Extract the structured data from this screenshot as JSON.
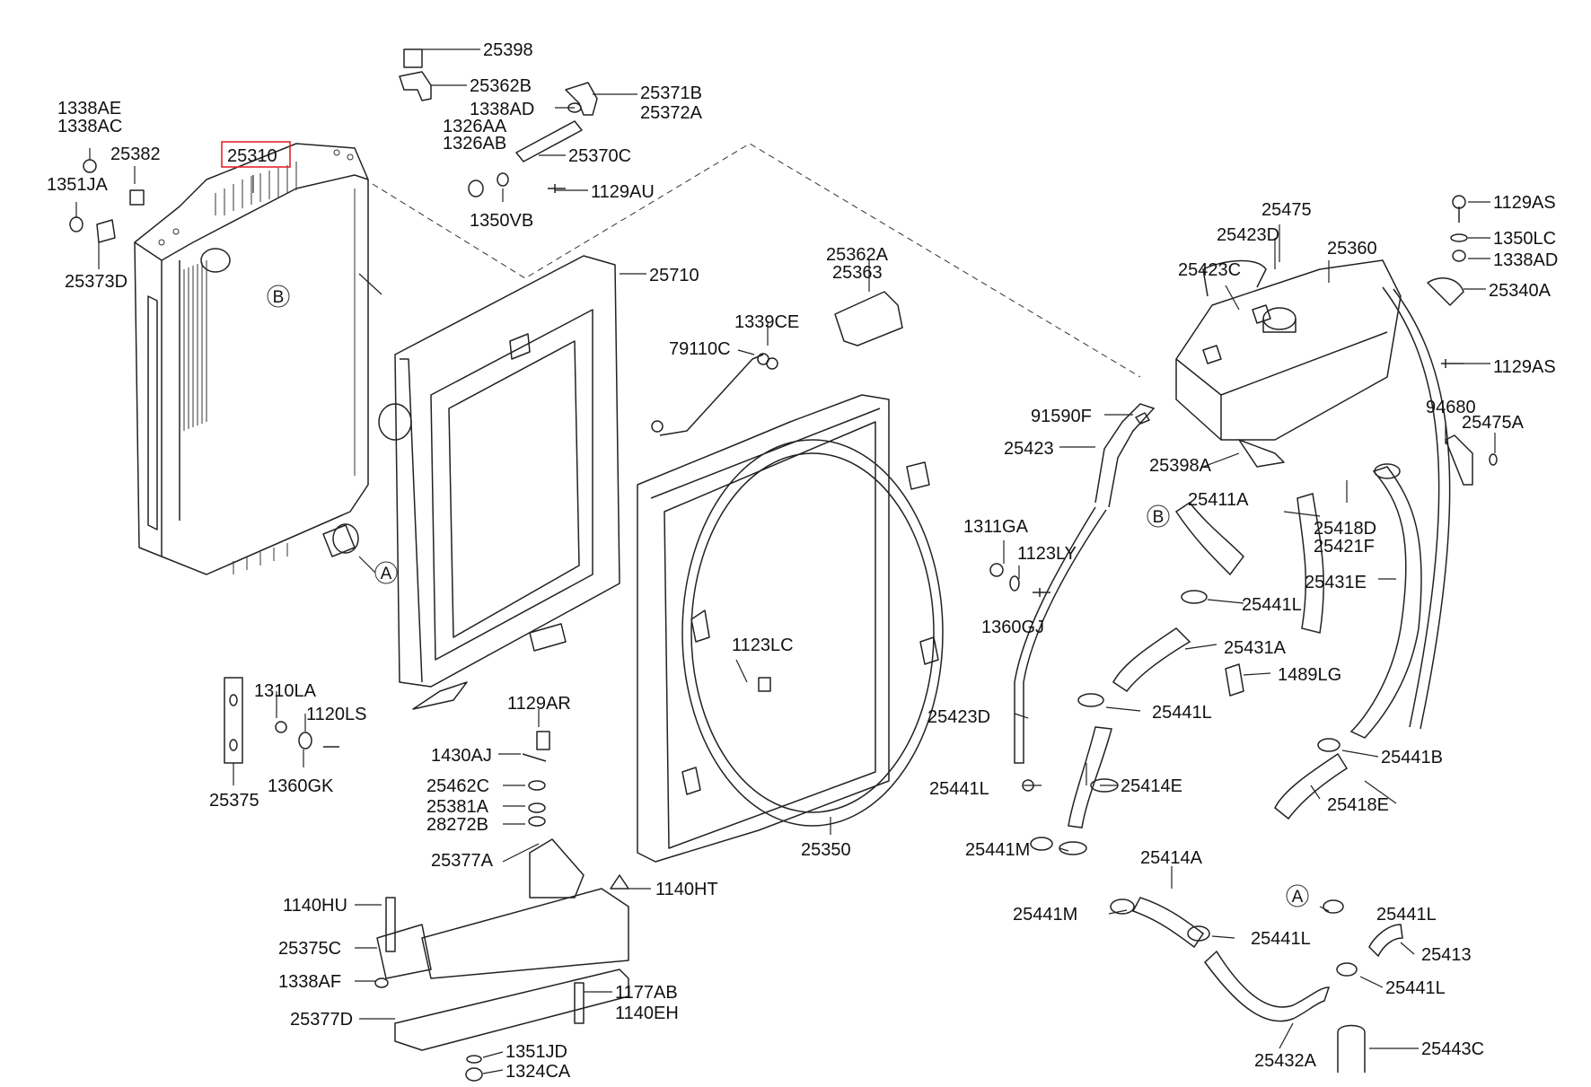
{
  "highlight": {
    "color": "#e0262d",
    "part": "25310"
  },
  "labels": {
    "l25398": "25398",
    "l25362B": "25362B",
    "l25371B": "25371B",
    "l1338AD_a": "1338AD",
    "l25372A": "25372A",
    "l1326AA": "1326AA",
    "l1326AB": "1326AB",
    "l25370C": "25370C",
    "l1129AU": "1129AU",
    "l1350VB": "1350VB",
    "l1338AE": "1338AE",
    "l1338AC": "1338AC",
    "l25382": "25382",
    "l1351JA": "1351JA",
    "l25373D": "25373D",
    "l25310": "25310",
    "l25710": "25710",
    "l25362A": "25362A",
    "l25363": "25363",
    "l1339CE": "1339CE",
    "l79110C": "79110C",
    "l25475": "25475",
    "l25423D_a": "25423D",
    "l25360": "25360",
    "l25423C": "25423C",
    "l1129AS_a": "1129AS",
    "l1350LC": "1350LC",
    "l1338AD_b": "1338AD",
    "l25340A": "25340A",
    "l1129AS_b": "1129AS",
    "l94680": "94680",
    "l25475A": "25475A",
    "l91590F": "91590F",
    "l25423": "25423",
    "l25398A": "25398A",
    "l25411A": "25411A",
    "l25418D": "25418D",
    "l25421F": "25421F",
    "l25431E": "25431E",
    "l1311GA": "1311GA",
    "l1123LY": "1123LY",
    "l1360GJ": "1360GJ",
    "l25441L_a": "25441L",
    "l25431A": "25431A",
    "l1123LC": "1123LC",
    "l1489LG": "1489LG",
    "l25441L_b": "25441L",
    "l25423D_b": "25423D",
    "l25441B": "25441B",
    "l25441L_c": "25441L",
    "l25414E": "25414E",
    "l25418E": "25418E",
    "l1310LA": "1310LA",
    "l1120LS": "1120LS",
    "l1129AR": "1129AR",
    "l25375": "25375",
    "l1360GK": "1360GK",
    "l1430AJ": "1430AJ",
    "l25462C": "25462C",
    "l25381A": "25381A",
    "l28272B": "28272B",
    "l25350": "25350",
    "l25441M_a": "25441M",
    "l25377A": "25377A",
    "l1140HT": "1140HT",
    "l1140HU": "1140HU",
    "l25375C": "25375C",
    "l1338AF": "1338AF",
    "l1177AB": "1177AB",
    "l1140EH": "1140EH",
    "l25377D": "25377D",
    "l1351JD": "1351JD",
    "l1324CA": "1324CA",
    "l25414A": "25414A",
    "l25441M_b": "25441M",
    "l25441L_d": "25441L",
    "l25441L_e": "25441L",
    "l25413": "25413",
    "l25441L_f": "25441L",
    "l25432A": "25432A",
    "l25443C": "25443C"
  },
  "markers": {
    "A": "A",
    "B": "B"
  }
}
